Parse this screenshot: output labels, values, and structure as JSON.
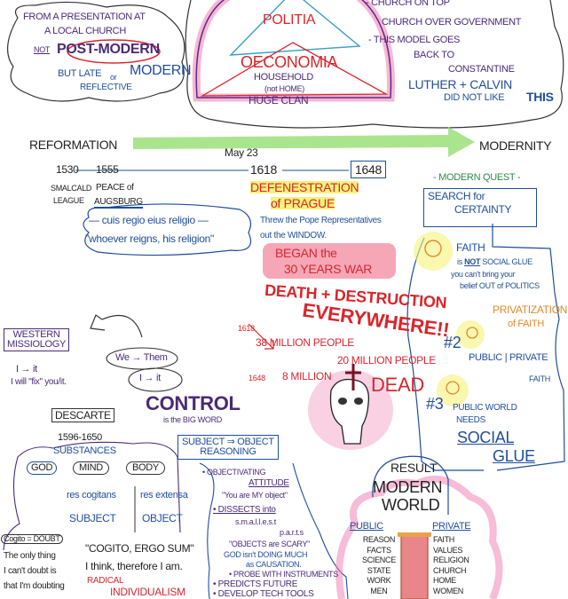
{
  "top_left_note": {
    "line1": "FROM A PRESENTATION AT",
    "line2": "A LOCAL CHURCH",
    "not": "NOT",
    "post_modern": "POST-MODERN",
    "but_late": "BUT LATE",
    "or": "or",
    "modern": "MODERN",
    "reflective": "REFLECTIVE"
  },
  "dome": {
    "politia": "POLITIA",
    "oeconomia": "OECONOMIA",
    "household": "HOUSEHOLD",
    "not_home": "(not HOME)",
    "huge_clan": "HUGE CLAN"
  },
  "top_right_note": {
    "l1": "- CHURCH ON TOP",
    "l2": "CHURCH OVER GOVERNMENT",
    "l3": "- THIS MODEL GOES",
    "l4": "BACK TO",
    "l5": "CONSTANTINE",
    "l6": "LUTHER + CALVIN",
    "l7": "DID NOT LIKE",
    "l7b": "THIS"
  },
  "timeline": {
    "start": "REFORMATION",
    "end": "MODERNITY",
    "date_note": "May 23",
    "years": [
      "1530",
      "1555",
      "1618",
      "1648"
    ],
    "smalcald": [
      "SMALCALD",
      "LEAGUE"
    ],
    "peace": [
      "PEACE of",
      "AUGSBURG"
    ],
    "cuius": "— cuis regio eius religio —",
    "whoever": "\"whoever reigns, his religion\"",
    "defenestration": [
      "DEFENESTRATION",
      "of PRAGUE"
    ],
    "threw": [
      "Threw the Pope Representatives",
      "out the WINDOW."
    ],
    "began": [
      "BEGAN the",
      "30 YEARS WAR"
    ],
    "death": [
      "DEATH + DESTRUCTION",
      "EVERYWHERE!!"
    ],
    "y1618": "1618",
    "million38": "38 MILLION PEOPLE",
    "y1648": "1648",
    "million8": "8 MILLION",
    "million20": "20 MILLION PEOPLE",
    "dead": "DEAD"
  },
  "modern_quest": {
    "title": "- MODERN QUEST -",
    "search": [
      "SEARCH for",
      "CERTAINTY"
    ],
    "faith": "FAITH",
    "is": "is",
    "not": "NOT",
    "social_glue": "SOCIAL GLUE",
    "cant": "you can't bring your",
    "belief": "belief OUT of POLITICS",
    "privatization": [
      "PRIVATIZATION",
      "of FAITH"
    ],
    "n2": "#2",
    "public_private": "PUBLIC | PRIVATE",
    "faith2": "FAITH",
    "n3": "#3",
    "public_world": [
      "PUBLIC WORLD",
      "NEEDS"
    ],
    "social": "SOCIAL",
    "glue": "GLUE"
  },
  "missiology": {
    "box": [
      "WESTERN",
      "MISSIOLOGY"
    ],
    "i_it": "I → it",
    "fix": "I will \"fix\" you/it.",
    "we_them": "We → Them",
    "i_it2": "I → it",
    "control": "CONTROL",
    "big_word": "is the BIG WORD"
  },
  "descartes": {
    "name": "DESCARTE",
    "years": "1596-1650",
    "substances": "SUBSTANCES",
    "god": "GOD",
    "mind": "MIND",
    "body": "BODY",
    "res_cogitans": "res cogitans",
    "res_extensa": "res extensa",
    "subject": "SUBJECT",
    "object": "OBJECT",
    "cogito_doubt": "Cogito = DOUBT",
    "only": [
      "The only thing",
      "I can't doubt is",
      "that I'm doubting"
    ],
    "cogito": "\"COGITO, ERGO SUM\"",
    "think": "I think, therefore I am.",
    "radical": [
      "RADICAL",
      "INDIVIDUALISM"
    ]
  },
  "reasoning": {
    "title": [
      "SUBJECT ⇒ OBJECT",
      "REASONING"
    ],
    "items": [
      "• OBJECTIVATING",
      "ATTITUDE",
      "\"You are MY object\"",
      "• DISSECTS into",
      "s.m.a.l.l.e.s.t",
      "p.a.r.t.s",
      "\"OBJECTS are SCARY\"",
      "GOD isn't DOING MUCH",
      "as CAUSATION.",
      "• PROBE WITH INSTRUMENTS",
      "• PREDICTS FUTURE",
      "• DEVELOP TECH TOOLS"
    ]
  },
  "result": {
    "title": [
      "RESULT",
      "MODERN",
      "WORLD"
    ],
    "public_label": "PUBLIC",
    "private_label": "PRIVATE",
    "public": [
      "REASON",
      "FACTS",
      "SCIENCE",
      "STATE",
      "WORK",
      "MEN"
    ],
    "private": [
      "FAITH",
      "VALUES",
      "RELIGION",
      "CHURCH",
      "HOME",
      "WOMEN"
    ]
  },
  "colors": {
    "purple": "#4a2a78",
    "blue": "#1f4e9a",
    "red": "#d8262c",
    "pink": "#f07ab0",
    "green": "#9be07a",
    "yellow": "#f6f27a"
  }
}
